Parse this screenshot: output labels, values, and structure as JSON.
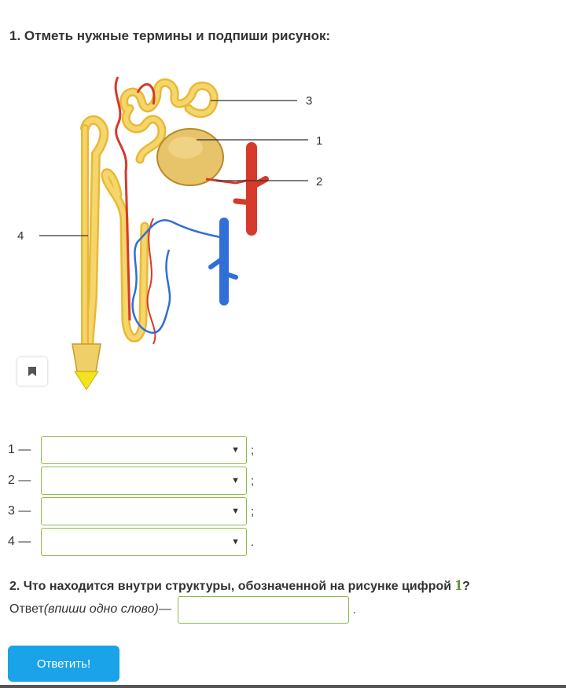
{
  "question1": {
    "title": "1. Отметь нужные термины и подпиши рисунок:",
    "figure_labels": [
      "3",
      "1",
      "2",
      "4"
    ],
    "rows": [
      {
        "num": "1 —",
        "selected": "",
        "punct": ";"
      },
      {
        "num": "2 —",
        "selected": "",
        "punct": ";"
      },
      {
        "num": "3 —",
        "selected": "",
        "punct": ";"
      },
      {
        "num": "4 —",
        "selected": "",
        "punct": "."
      }
    ]
  },
  "question2": {
    "text_before": "2. Что находится внутри структуры, обозначенной на рисунке цифрой ",
    "digit": "1",
    "text_after": "?",
    "answer_label": "Ответ ",
    "answer_hint": "(впиши одно слово)",
    "answer_dash": " —",
    "answer_value": "",
    "answer_punct": "."
  },
  "submit_label": "Ответить!",
  "icons": {
    "bookmark": "bookmark-icon",
    "dropdown": "triangle-down-icon"
  },
  "colors": {
    "border": "#8fb84a",
    "button": "#1aa3e9",
    "digit": "#5a8f2e"
  }
}
